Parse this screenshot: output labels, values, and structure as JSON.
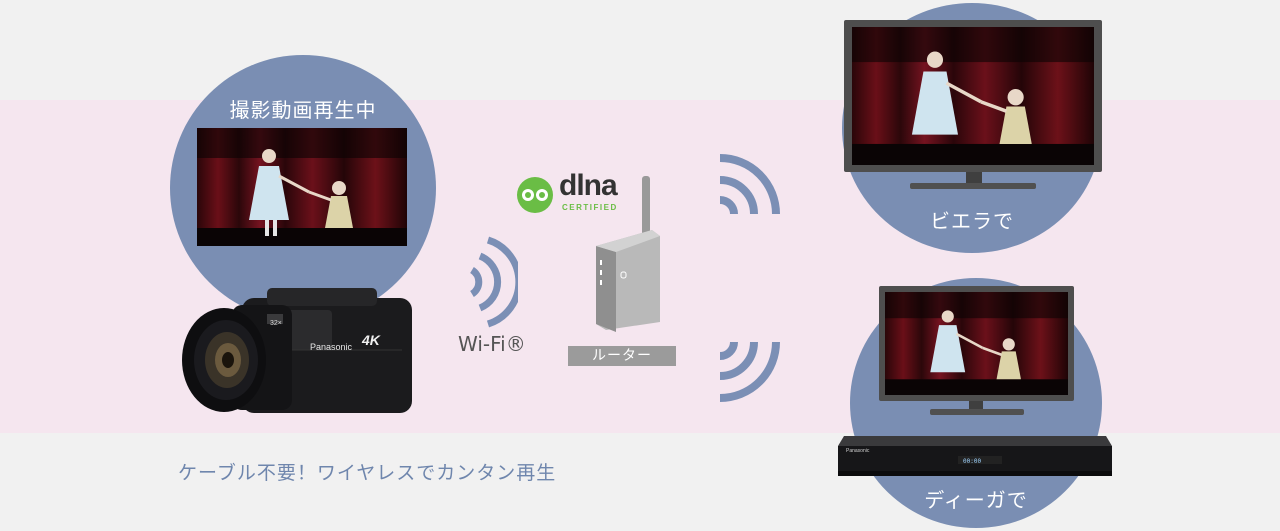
{
  "camera_section": {
    "label": "撮影動画再生中"
  },
  "camera": {
    "brand": "Panasonic",
    "badge": "4K",
    "zoom": "32×"
  },
  "wifi": {
    "label": "Wi-Fi®"
  },
  "dlna": {
    "name": "dlna",
    "sub": "CERTIFIED"
  },
  "router": {
    "label": "ルーター"
  },
  "tv_section": {
    "label": "ビエラで"
  },
  "recorder_section": {
    "label": "ディーガで"
  },
  "recorder": {
    "brand": "Panasonic"
  },
  "tagline": "ケーブル不要！ワイヤレスでカンタン再生",
  "colors": {
    "circle": "#7a8eb3",
    "band": "#f5e6ef",
    "wave": "#7b8fb5",
    "dlna_green": "#6abd45",
    "tagline": "#6f86ad"
  }
}
